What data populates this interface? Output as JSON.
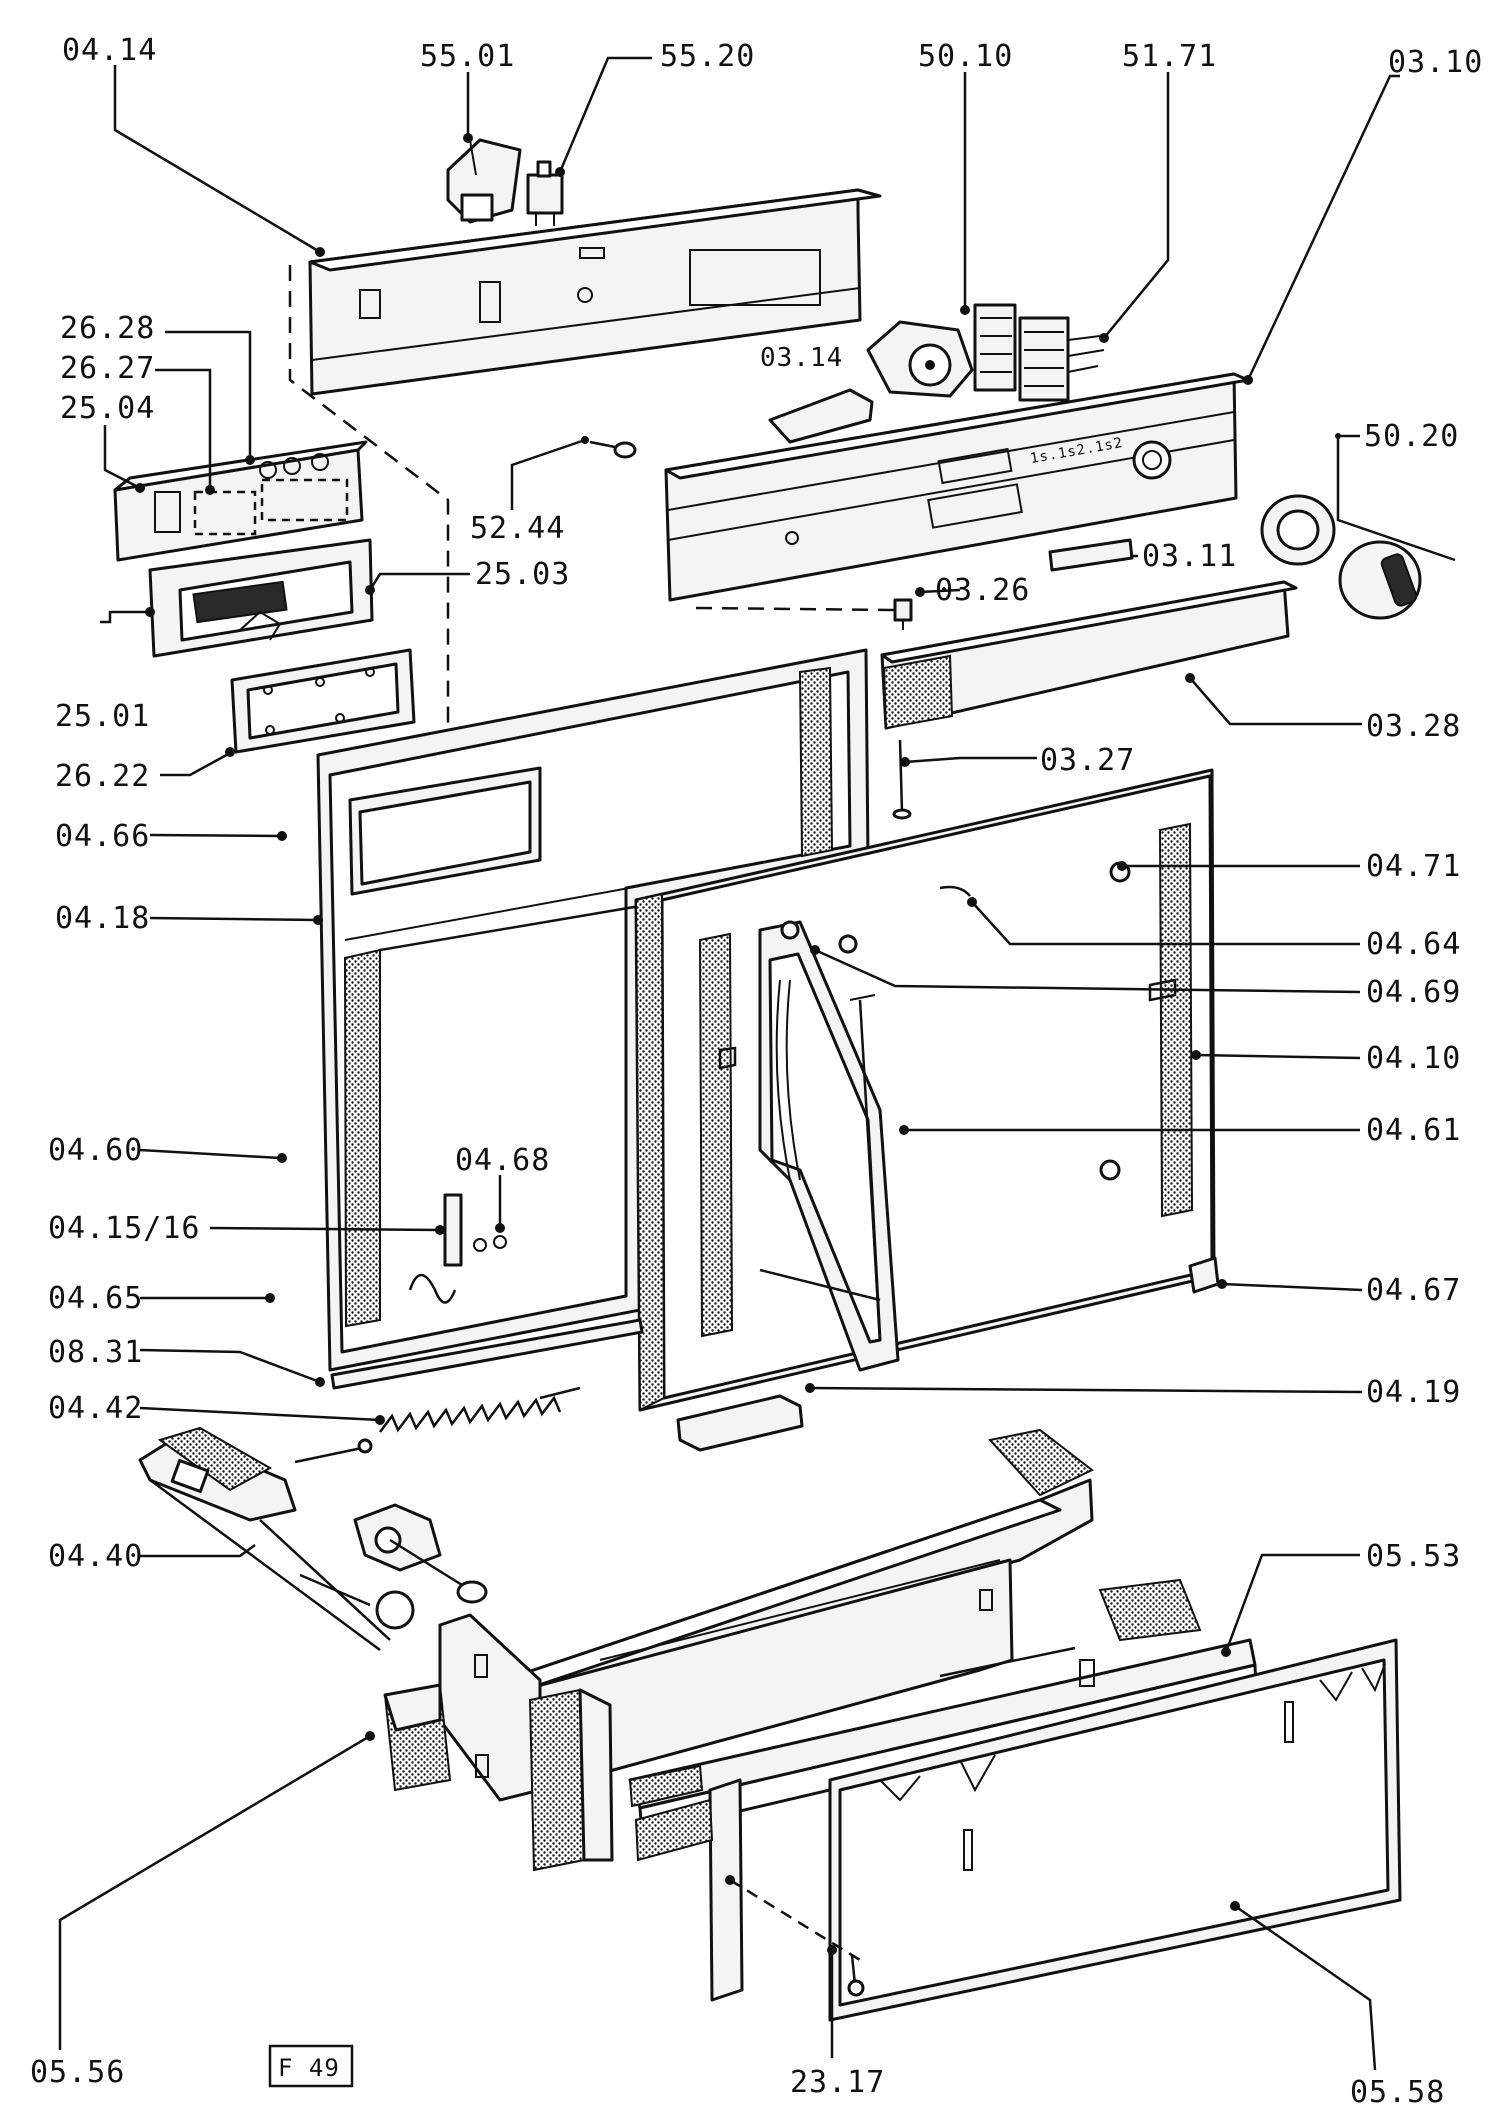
{
  "figure_code": "F 49",
  "labels": {
    "l0414": "04.14",
    "l5501": "55.01",
    "l5520": "55.20",
    "l5010": "50.10",
    "l5171": "51.71",
    "l0310": "03.10",
    "l2628": "26.28",
    "l2627": "26.27",
    "l2504": "25.04",
    "l0314": "03.14",
    "l5020": "50.20",
    "l5244": "52.44",
    "l2503": "25.03",
    "l0311": "03.11",
    "l0326": "03.26",
    "l2501": "25.01",
    "l0328": "03.28",
    "l2622": "26.22",
    "l0327": "03.27",
    "l0466": "04.66",
    "l0471": "04.71",
    "l0418": "04.18",
    "l0464": "04.64",
    "l0469": "04.69",
    "l0410": "04.10",
    "l0461": "04.61",
    "l0460": "04.60",
    "l0468": "04.68",
    "l041516": "04.15/16",
    "l0465": "04.65",
    "l0467": "04.67",
    "l0831": "08.31",
    "l0419": "04.19",
    "l0442": "04.42",
    "l0440": "04.40",
    "l0553": "05.53",
    "l0556": "05.56",
    "l2317": "23.17",
    "l0558": "05.58"
  },
  "panel_text": "1s.1s2.1s2"
}
